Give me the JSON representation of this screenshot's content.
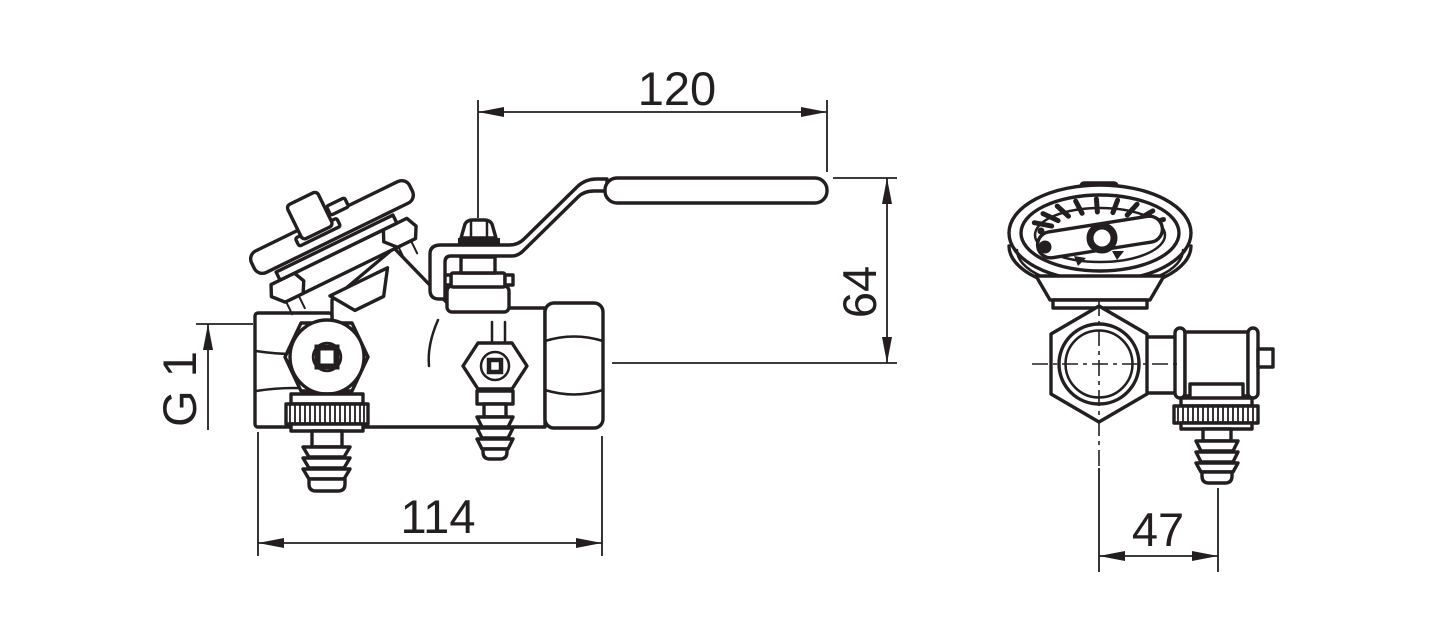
{
  "drawing": {
    "type": "technical-line-drawing",
    "subject": "valve-with-measuring-gauge-two-views",
    "background_color": "#ffffff",
    "line_color": "#231f20"
  },
  "dimensions": {
    "handle_length": "120",
    "height": "64",
    "length": "114",
    "inlet_thread": "G 1",
    "side_width": "47"
  },
  "views": {
    "front": {
      "components": [
        "lever-handle",
        "tilted-gauge",
        "inlet-hex-port",
        "test-port-knurled-cap",
        "drain-valve",
        "union-nut",
        "hose-barbs"
      ]
    },
    "side": {
      "components": [
        "oval-gauge-dial",
        "hex-body",
        "side-port",
        "knurled-cap",
        "hose-barb",
        "centerlines"
      ]
    }
  }
}
